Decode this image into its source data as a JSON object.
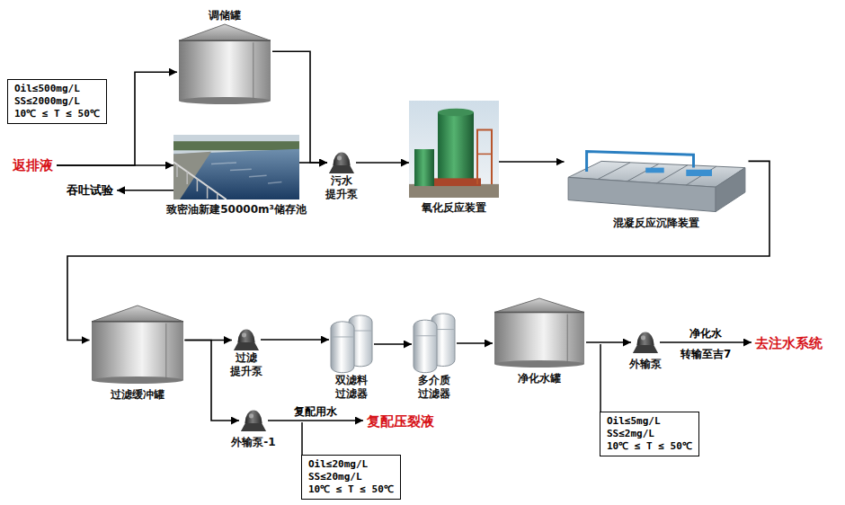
{
  "diagram": {
    "nodes": [
      {
        "text": [
          "Oil≤500mg/L",
          "SS≤2000mg/L",
          "10℃ ≤ T ≤ 50℃"
        ]
      },
      {
        "text": [
          "调储罐"
        ]
      },
      {
        "text": [
          "返排液"
        ]
      },
      {
        "text": [
          "致密油新建50000m³储存池"
        ]
      },
      {
        "text": [
          "吞吐试验"
        ]
      },
      {
        "text": [
          "污水 提升泵"
        ]
      },
      {
        "text": [
          "氧化反应装置"
        ]
      },
      {
        "text": [
          "混凝反应沉降装置"
        ]
      },
      {
        "text": [
          "过滤缓冲罐"
        ]
      },
      {
        "text": [
          "过滤 提升泵"
        ]
      },
      {
        "text": [
          "双滤料 过滤器"
        ]
      },
      {
        "text": [
          "多介质 过滤器"
        ]
      },
      {
        "text": [
          "净化水罐"
        ]
      },
      {
        "text": [
          "外输泵"
        ]
      },
      {
        "text": [
          "去注水系统"
        ]
      },
      {
        "text": [
          "外输泵-1"
        ]
      },
      {
        "text": [
          "复配压裂液"
        ]
      },
      {
        "text": [
          "Oil≤20mg/L",
          "SS≤20mg/L",
          "10℃ ≤ T ≤ 50℃"
        ]
      },
      {
        "text": [
          "Oil≤5mg/L",
          "SS≤2mg/L",
          "10℃ ≤ T ≤ 50℃"
        ]
      }
    ],
    "edges": [
      {
        "from": 2,
        "to": 1,
        "arrow": "to"
      },
      {
        "from": 2,
        "to": 3,
        "arrow": "to"
      },
      {
        "from": 3,
        "to": 4,
        "arrow": "to"
      },
      {
        "from": 1,
        "to": 5,
        "arrow": "to"
      },
      {
        "from": 3,
        "to": 5,
        "arrow": "to"
      },
      {
        "from": 5,
        "to": 6,
        "arrow": "to"
      },
      {
        "from": 6,
        "to": 7,
        "arrow": "to"
      },
      {
        "from": 7,
        "to": 8,
        "arrow": "to"
      },
      {
        "from": 8,
        "to": 9,
        "arrow": "to"
      },
      {
        "from": 8,
        "to": 15,
        "arrow": "to"
      },
      {
        "from": 9,
        "to": 10,
        "arrow": "to"
      },
      {
        "from": 10,
        "to": 11,
        "arrow": "to"
      },
      {
        "from": 11,
        "to": 12,
        "arrow": "to"
      },
      {
        "from": 12,
        "to": 13,
        "arrow": "to"
      },
      {
        "from": 13,
        "to": 14,
        "label": "净化水",
        "arrow": "to"
      },
      {
        "from": 15,
        "to": 16,
        "label": "复配用水",
        "arrow": "to"
      }
    ],
    "labels": [
      "转输至吉7"
    ]
  }
}
